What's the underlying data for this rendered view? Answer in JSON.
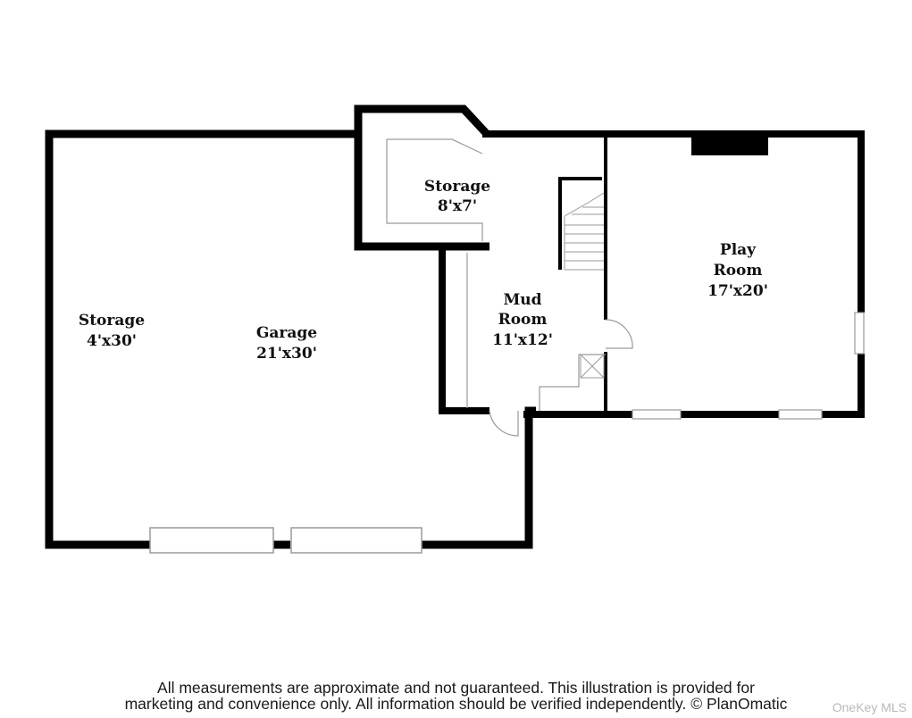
{
  "rooms": {
    "storage_left": {
      "name": "Storage",
      "dims": "4'x30'"
    },
    "garage": {
      "name": "Garage",
      "dims": "21'x30'"
    },
    "storage_top": {
      "name": "Storage",
      "dims": "8'x7'"
    },
    "mud_room": {
      "name_line1": "Mud",
      "name_line2": "Room",
      "dims": "11'x12'"
    },
    "play_room": {
      "name_line1": "Play",
      "name_line2": "Room",
      "dims": "17'x20'"
    }
  },
  "disclaimer": {
    "line1": "All measurements are approximate and not guaranteed. This illustration is provided for",
    "line2": "marketing and convenience only. All information should be verified independently. © PlanOmatic"
  },
  "watermark": "OneKey MLS",
  "colors": {
    "wall": "#000000",
    "thin_line": "#9a9a9a",
    "background": "#ffffff"
  }
}
